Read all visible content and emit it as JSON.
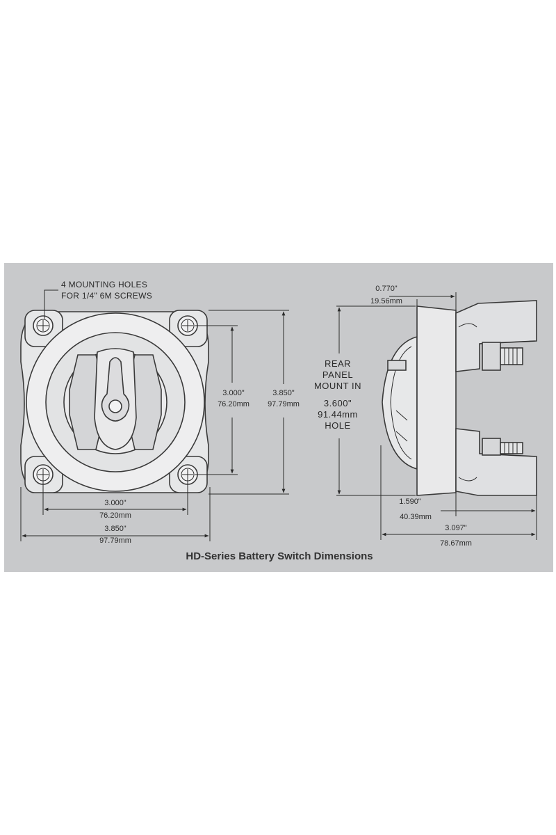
{
  "colors": {
    "panel_background": "#c8c9cb",
    "part_fill": "#e6e7e8",
    "line": "#2a2a2a"
  },
  "caption": "HD-Series Battery Switch  Dimensions",
  "front_view": {
    "mounting_note_line1": "4 MOUNTING HOLES",
    "mounting_note_line2": "FOR 1/4\" 6M SCREWS",
    "hole_spacing_horizontal": {
      "inches": "3.000\"",
      "mm": "76.20mm"
    },
    "overall_width": {
      "inches": "3.850\"",
      "mm": "97.79mm"
    },
    "hole_spacing_vertical": {
      "inches": "3.000\"",
      "mm": "76.20mm"
    },
    "overall_height": {
      "inches": "3.850\"",
      "mm": "97.79mm"
    }
  },
  "side_view": {
    "knob_depth": {
      "inches": "0.770\"",
      "mm": "19.56mm"
    },
    "rear_panel_note": [
      "REAR",
      "PANEL",
      "MOUNT IN",
      "3.600\"",
      "91.44mm",
      "HOLE"
    ],
    "body_depth": {
      "inches": "1.590\"",
      "mm": "40.39mm"
    },
    "overall_depth": {
      "inches": "3.097\"",
      "mm": "78.67mm"
    }
  }
}
